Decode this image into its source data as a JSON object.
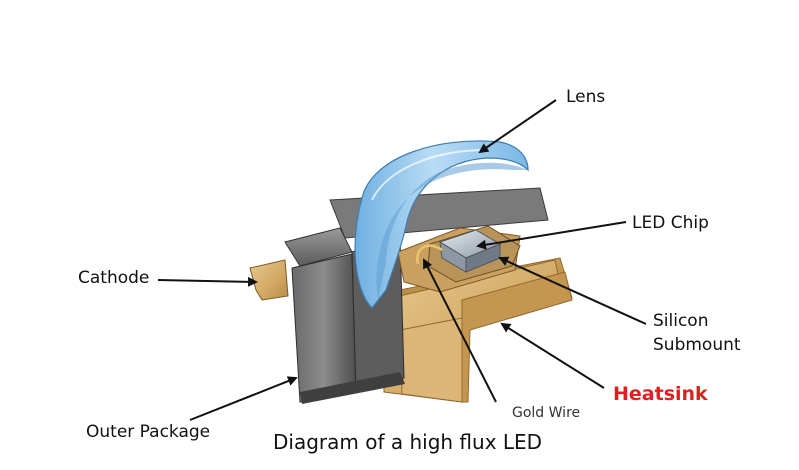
{
  "labels": {
    "lens": "Lens",
    "led_chip": "LED Chip",
    "cathode": "Cathode",
    "silicon": "Silicon",
    "submount": "Submount",
    "heatsink": "Heatsink",
    "gold_wire": "Gold Wire",
    "outer_package": "Outer Package"
  },
  "caption": "Diagram of a high flux LED",
  "colors": {
    "heatsink_label": "#e02020",
    "lens_blue": "#8ec3ea",
    "package_gray": "#5a5a5a",
    "heatsink_gold": "#d2a864",
    "chip_gray": "#b8c2cc"
  }
}
